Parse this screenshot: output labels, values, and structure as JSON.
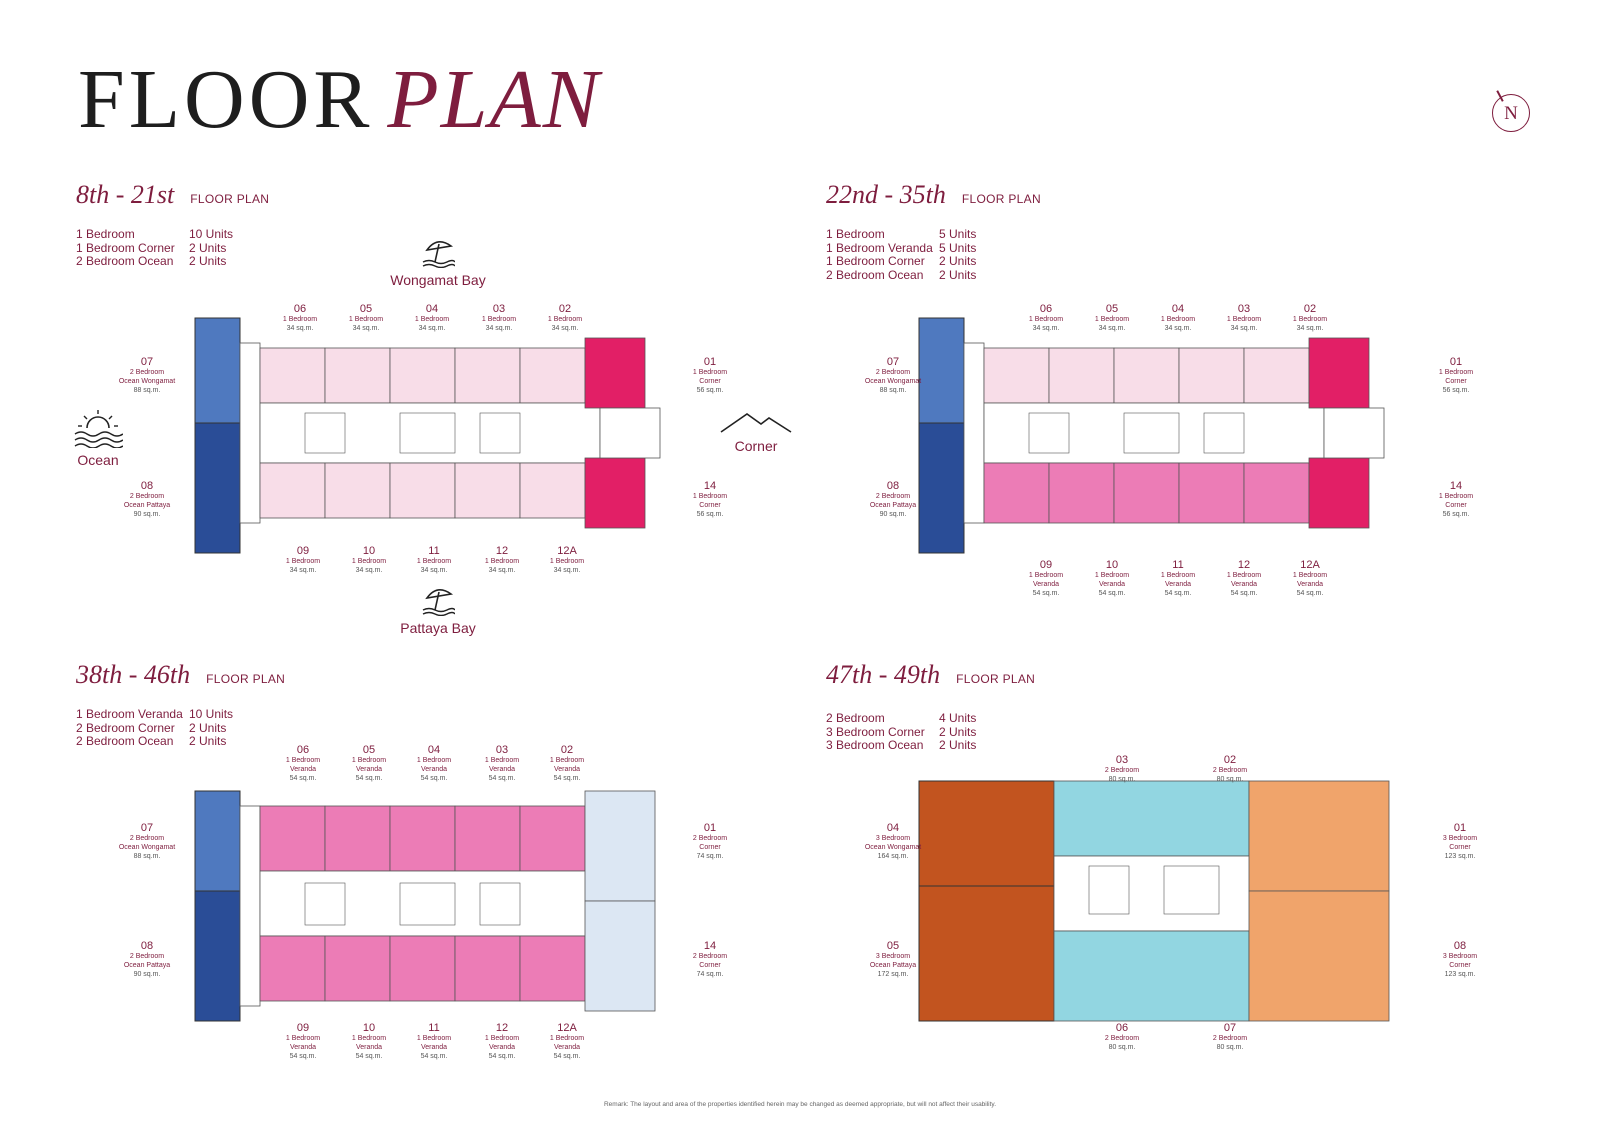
{
  "header": {
    "title_main": "FLOOR",
    "title_accent": "PLAN",
    "north": "N"
  },
  "colors": {
    "brand": "#7e1d3e",
    "ocean_wongamat": "#4f79bf",
    "ocean_pattaya": "#2a4d97",
    "corner_1br": "#e21f66",
    "one_bed": "#f8dde8",
    "veranda": "#ec7cb6",
    "corner_2br": "#dce7f3",
    "three_bed_ocean": "#c2541f",
    "two_bed_top": "#92d6e1",
    "three_bed_corner": "#f0a46b"
  },
  "views": {
    "ocean": "Ocean",
    "wongamat": "Wongamat Bay",
    "corner": "Corner",
    "pattaya": "Pattaya Bay"
  },
  "remark": "Remark: The layout and area of the properties identified herein may be changed as deemed appropriate, but will not affect their usability.",
  "sections": [
    {
      "range": "8th - 21st",
      "label": "FLOOR PLAN",
      "summary": [
        {
          "type": "1  Bedroom",
          "count": "10 Units"
        },
        {
          "type": "1  Bedroom Corner",
          "count": "2  Units"
        },
        {
          "type": "2  Bedroom Ocean",
          "count": "2  Units"
        }
      ],
      "units": [
        {
          "no": "06",
          "type": "1 Bedroom",
          "area": "34 sq.m."
        },
        {
          "no": "05",
          "type": "1 Bedroom",
          "area": "34 sq.m."
        },
        {
          "no": "04",
          "type": "1 Bedroom",
          "area": "34 sq.m."
        },
        {
          "no": "03",
          "type": "1 Bedroom",
          "area": "34 sq.m."
        },
        {
          "no": "02",
          "type": "1 Bedroom",
          "area": "34 sq.m."
        },
        {
          "no": "07",
          "type": "2 Bedroom\nOcean Wongamat",
          "area": "88 sq.m."
        },
        {
          "no": "08",
          "type": "2 Bedroom\nOcean Pattaya",
          "area": "90 sq.m."
        },
        {
          "no": "01",
          "type": "1 Bedroom\nCorner",
          "area": "56 sq.m."
        },
        {
          "no": "14",
          "type": "1 Bedroom\nCorner",
          "area": "56 sq.m."
        },
        {
          "no": "09",
          "type": "1 Bedroom",
          "area": "34 sq.m."
        },
        {
          "no": "10",
          "type": "1 Bedroom",
          "area": "34 sq.m."
        },
        {
          "no": "11",
          "type": "1 Bedroom",
          "area": "34 sq.m."
        },
        {
          "no": "12",
          "type": "1 Bedroom",
          "area": "34 sq.m."
        },
        {
          "no": "12A",
          "type": "1 Bedroom",
          "area": "34 sq.m."
        }
      ]
    },
    {
      "range": "22nd - 35th",
      "label": "FLOOR PLAN",
      "summary": [
        {
          "type": "1  Bedroom",
          "count": "5  Units"
        },
        {
          "type": "1  Bedroom Veranda",
          "count": "5  Units"
        },
        {
          "type": "1  Bedroom Corner",
          "count": "2  Units"
        },
        {
          "type": "2  Bedroom Ocean",
          "count": "2  Units"
        }
      ],
      "units": [
        {
          "no": "06",
          "type": "1 Bedroom",
          "area": "34 sq.m."
        },
        {
          "no": "05",
          "type": "1 Bedroom",
          "area": "34 sq.m."
        },
        {
          "no": "04",
          "type": "1 Bedroom",
          "area": "34 sq.m."
        },
        {
          "no": "03",
          "type": "1 Bedroom",
          "area": "34 sq.m."
        },
        {
          "no": "02",
          "type": "1 Bedroom",
          "area": "34 sq.m."
        },
        {
          "no": "07",
          "type": "2 Bedroom\nOcean Wongamat",
          "area": "88 sq.m."
        },
        {
          "no": "08",
          "type": "2 Bedroom\nOcean Pattaya",
          "area": "90 sq.m."
        },
        {
          "no": "01",
          "type": "1 Bedroom\nCorner",
          "area": "56 sq.m."
        },
        {
          "no": "14",
          "type": "1 Bedroom\nCorner",
          "area": "56 sq.m."
        },
        {
          "no": "09",
          "type": "1 Bedroom\nVeranda",
          "area": "54 sq.m."
        },
        {
          "no": "10",
          "type": "1 Bedroom\nVeranda",
          "area": "54 sq.m."
        },
        {
          "no": "11",
          "type": "1 Bedroom\nVeranda",
          "area": "54 sq.m."
        },
        {
          "no": "12",
          "type": "1 Bedroom\nVeranda",
          "area": "54 sq.m."
        },
        {
          "no": "12A",
          "type": "1 Bedroom\nVeranda",
          "area": "54 sq.m."
        }
      ]
    },
    {
      "range": "38th - 46th",
      "label": "FLOOR PLAN",
      "summary": [
        {
          "type": "1  Bedroom Veranda",
          "count": "10 Units"
        },
        {
          "type": "2  Bedroom Corner",
          "count": "2  Units"
        },
        {
          "type": "2  Bedroom Ocean",
          "count": "2  Units"
        }
      ],
      "units": [
        {
          "no": "06",
          "type": "1 Bedroom\nVeranda",
          "area": "54 sq.m."
        },
        {
          "no": "05",
          "type": "1 Bedroom\nVeranda",
          "area": "54 sq.m."
        },
        {
          "no": "04",
          "type": "1 Bedroom\nVeranda",
          "area": "54 sq.m."
        },
        {
          "no": "03",
          "type": "1 Bedroom\nVeranda",
          "area": "54 sq.m."
        },
        {
          "no": "02",
          "type": "1 Bedroom\nVeranda",
          "area": "54 sq.m."
        },
        {
          "no": "07",
          "type": "2 Bedroom\nOcean Wongamat",
          "area": "88 sq.m."
        },
        {
          "no": "08",
          "type": "2 Bedroom\nOcean Pattaya",
          "area": "90 sq.m."
        },
        {
          "no": "01",
          "type": "2 Bedroom\nCorner",
          "area": "74 sq.m."
        },
        {
          "no": "14",
          "type": "2 Bedroom\nCorner",
          "area": "74 sq.m."
        },
        {
          "no": "09",
          "type": "1 Bedroom\nVeranda",
          "area": "54 sq.m."
        },
        {
          "no": "10",
          "type": "1 Bedroom\nVeranda",
          "area": "54 sq.m."
        },
        {
          "no": "11",
          "type": "1 Bedroom\nVeranda",
          "area": "54 sq.m."
        },
        {
          "no": "12",
          "type": "1 Bedroom\nVeranda",
          "area": "54 sq.m."
        },
        {
          "no": "12A",
          "type": "1 Bedroom\nVeranda",
          "area": "54 sq.m."
        }
      ]
    },
    {
      "range": "47th - 49th",
      "label": "FLOOR PLAN",
      "summary": [
        {
          "type": "2  Bedroom",
          "count": "4  Units"
        },
        {
          "type": "3  Bedroom Corner",
          "count": "2  Units"
        },
        {
          "type": "3  Bedroom Ocean",
          "count": "2  Units"
        }
      ],
      "units": [
        {
          "no": "03",
          "type": "2 Bedroom",
          "area": "80 sq.m."
        },
        {
          "no": "02",
          "type": "2 Bedroom",
          "area": "80 sq.m."
        },
        {
          "no": "04",
          "type": "3 Bedroom\nOcean Wongamat",
          "area": "164 sq.m."
        },
        {
          "no": "05",
          "type": "3 Bedroom\nOcean Pattaya",
          "area": "172 sq.m."
        },
        {
          "no": "01",
          "type": "3 Bedroom\nCorner",
          "area": "123 sq.m."
        },
        {
          "no": "08",
          "type": "3 Bedroom\nCorner",
          "area": "123 sq.m."
        },
        {
          "no": "06",
          "type": "2 Bedroom",
          "area": "80 sq.m."
        },
        {
          "no": "07",
          "type": "2 Bedroom",
          "area": "80 sq.m."
        }
      ]
    }
  ]
}
